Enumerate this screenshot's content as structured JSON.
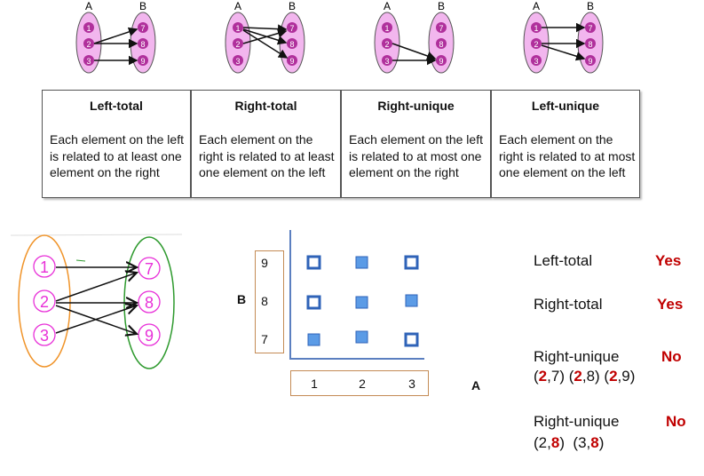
{
  "set_labels": {
    "a": "A",
    "b": "B"
  },
  "mappings": [
    {
      "left": [
        "1",
        "2",
        "3"
      ],
      "right": [
        "7",
        "8",
        "9"
      ]
    },
    {
      "left": [
        "1",
        "2",
        "3"
      ],
      "right": [
        "7",
        "8",
        "9"
      ]
    },
    {
      "left": [
        "1",
        "2",
        "3"
      ],
      "right": [
        "7",
        "8",
        "9"
      ]
    },
    {
      "left": [
        "1",
        "2",
        "3"
      ],
      "right": [
        "7",
        "8",
        "9"
      ]
    }
  ],
  "definitions": [
    {
      "title": "Left-total",
      "text": "Each element on the left is related to at least one element on the right"
    },
    {
      "title": "Right-total",
      "text": "Each element on the right is related to at least one element on the left"
    },
    {
      "title": "Right-unique",
      "text": "Each element on the left is related to at most one element on the right"
    },
    {
      "title": "Left-unique",
      "text": "Each element on the right is related to at most one element on the left"
    }
  ],
  "hand_diagram": {
    "left": [
      "1",
      "2",
      "3"
    ],
    "right": [
      "7",
      "8",
      "9"
    ]
  },
  "grid": {
    "x_label": "A",
    "y_label": "B",
    "x_ticks": [
      "1",
      "2",
      "3"
    ],
    "y_ticks": [
      "9",
      "8",
      "7"
    ]
  },
  "properties": [
    {
      "name": "Left-total",
      "answer": "Yes"
    },
    {
      "name": "Right-total",
      "answer": "Yes"
    },
    {
      "name": "Right-unique",
      "answer": "No"
    },
    {
      "name": "Right-unique",
      "answer": "No"
    }
  ],
  "examples": {
    "right_unique_1": [
      {
        "open": "(",
        "hi": "2",
        "rest": ",7)"
      },
      {
        "open": " (",
        "hi": "2",
        "rest": ",8)"
      },
      {
        "open": " (",
        "hi": "2",
        "rest": ",9)"
      }
    ],
    "right_unique_2": [
      {
        "pre": "(2,",
        "hi": "8",
        "post": ")"
      },
      {
        "pre": "  (3,",
        "hi": "8",
        "post": ")"
      }
    ]
  },
  "colors": {
    "pink_fill": "#f2b6ee",
    "pink_node": "#b0309c",
    "orange": "#f0942a",
    "green": "#2e9a2e",
    "magenta": "#e830d8",
    "square": "#5b9be6",
    "red": "#c00000"
  }
}
